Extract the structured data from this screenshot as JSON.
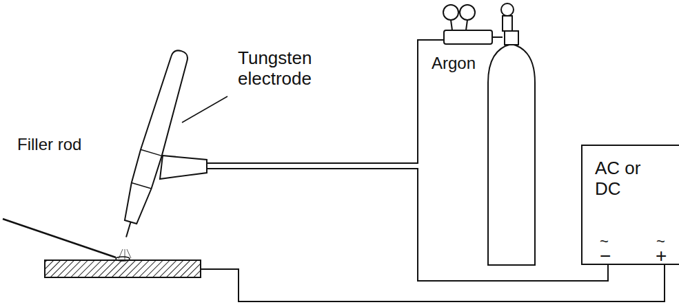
{
  "diagram": {
    "nodes": [
      {
        "text": [
          "AC or DC"
        ]
      }
    ],
    "labels": [
      "Tungsten electrode",
      "Filler rod",
      "Argon",
      "~",
      "−",
      "~",
      "+"
    ]
  }
}
